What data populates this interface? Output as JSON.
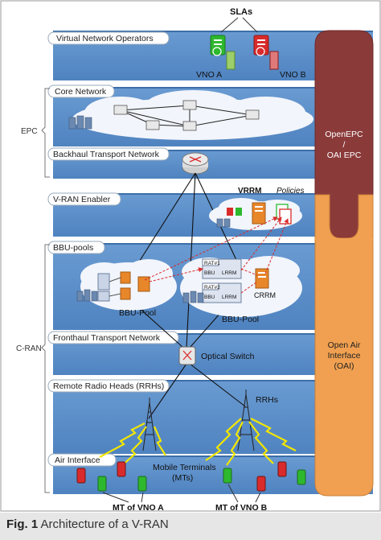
{
  "layers": {
    "vno": "Virtual Network Operators",
    "core": "Core Network",
    "backhaul": "Backhaul Transport Network",
    "vran": "V-RAN Enabler",
    "bbu": "BBU-pools",
    "fronthaul": "Fronthaul Transport Network",
    "rrh": "Remote Radio Heads (RRHs)",
    "air": "Air Interface"
  },
  "brackets": {
    "epc": "EPC",
    "cran": "C-RAN"
  },
  "labels": {
    "slas": "SLAs",
    "vno_a": "VNO A",
    "vno_b": "VNO B",
    "vrrm": "VRRM",
    "policies": "Policies",
    "rat1": "RAT#1",
    "rat2": "RAT#2",
    "bbu_short": "BBU",
    "lrrm": "LRRM",
    "crrm": "CRRM",
    "bbu_pool": "BBU-Pool",
    "optical_switch": "Optical Switch",
    "rrhs": "RRHs",
    "mobile_terminals_1": "Mobile Terminals",
    "mobile_terminals_2": "(MTs)",
    "mt_a": "MT of VNO A",
    "mt_b": "MT of VNO B"
  },
  "side": {
    "openepc_1": "OpenEPC",
    "openepc_2": "/",
    "openepc_3": "OAI EPC",
    "oai_1": "Open Air",
    "oai_2": "Interface",
    "oai_3": "(OAI)"
  },
  "caption": {
    "fig": "Fig. 1",
    "text": "Architecture of a V-RAN"
  },
  "colors": {
    "band": "#5b8fc9",
    "band_light": "#8fb4de",
    "openepc": "#8b3a3a",
    "oai": "#f0a050",
    "cloud": "#f2f5fb",
    "vno_a": "#2eb82e",
    "vno_b": "#d92b2b",
    "orange_box": "#e8862a"
  }
}
